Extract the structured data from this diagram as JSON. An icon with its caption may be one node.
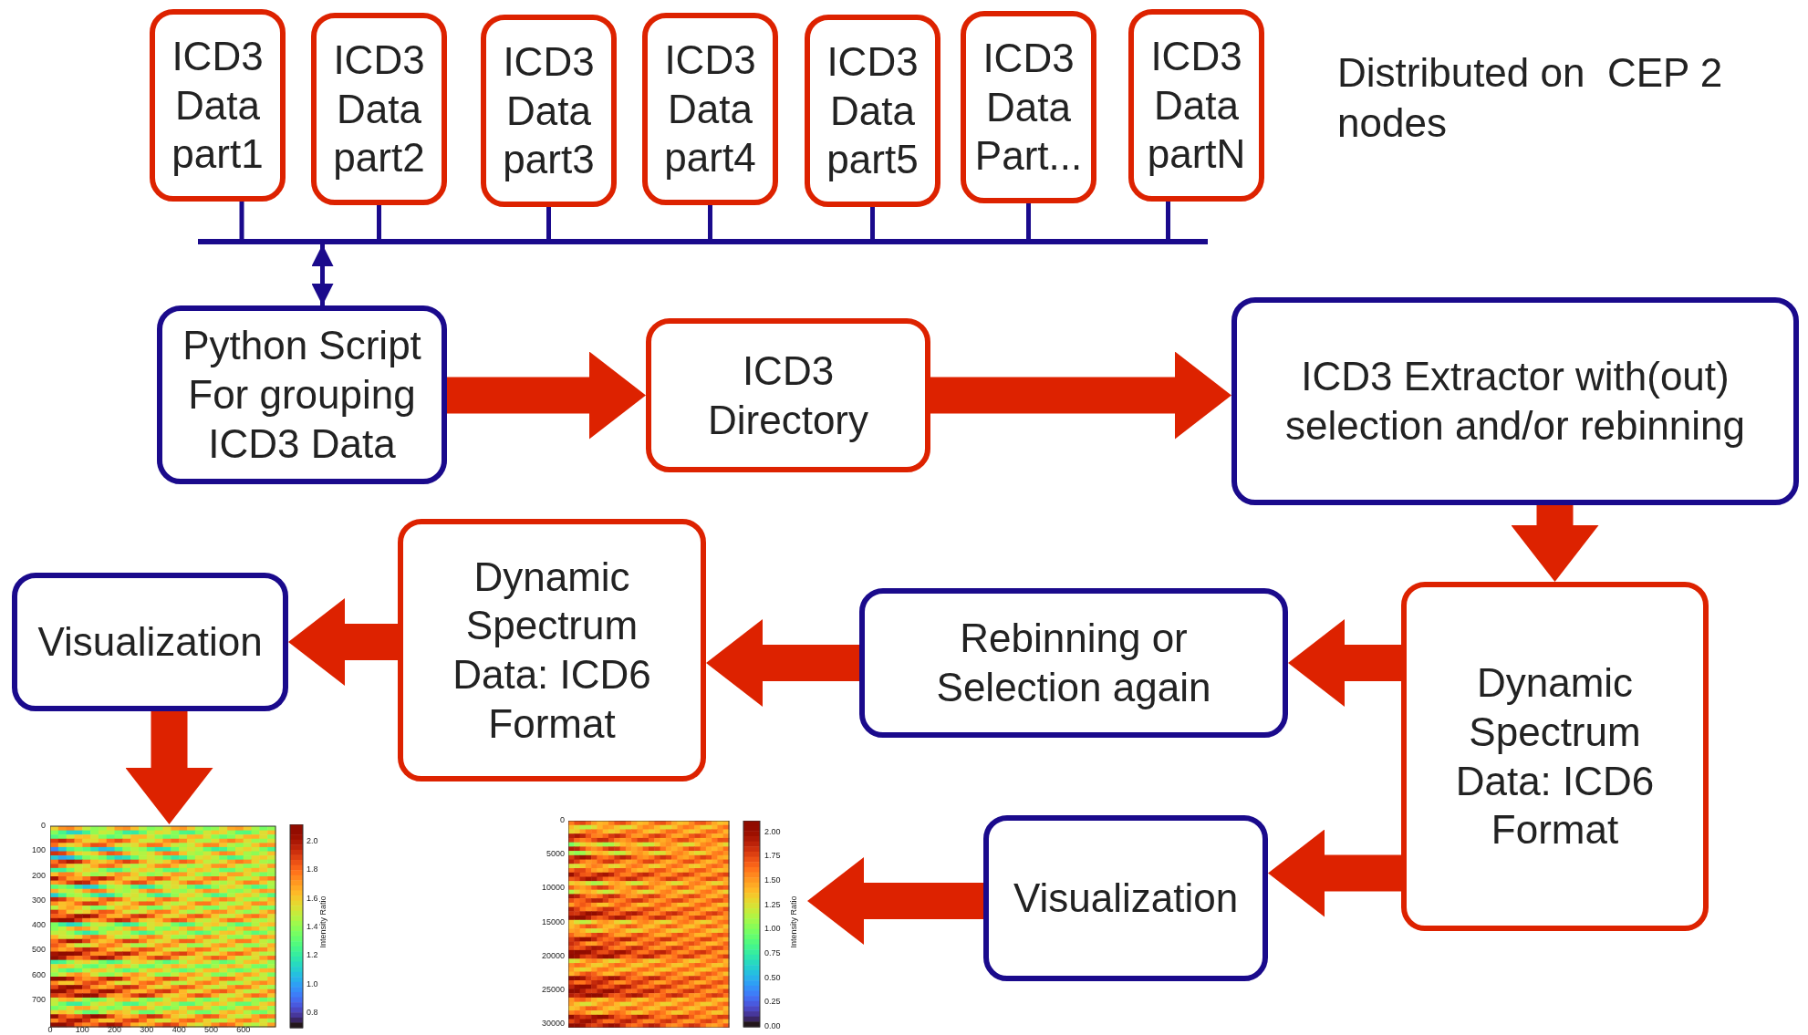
{
  "diagram": {
    "nodes": [
      {
        "text": [
          "ICD3 Data part1"
        ]
      },
      {
        "text": [
          "ICD3 Data part2"
        ]
      },
      {
        "text": [
          "ICD3 Data part3"
        ]
      },
      {
        "text": [
          "ICD3 Data part4"
        ]
      },
      {
        "text": [
          "ICD3 Data part5"
        ]
      },
      {
        "text": [
          "ICD3 Data Part..."
        ]
      },
      {
        "text": [
          "ICD3 Data partN"
        ]
      },
      {
        "text": [],
        "shape": "bar"
      },
      {
        "text": [
          "Python Script For grouping ICD3 Data"
        ]
      },
      {
        "text": [
          "ICD3 Directory"
        ]
      },
      {
        "text": [
          "ICD3 Extractor with(out) selection and/or rebinning"
        ]
      },
      {
        "text": [
          "Dynamic Spectrum Data: ICD6 Format"
        ]
      },
      {
        "text": [
          "Rebinning or Selection again"
        ]
      },
      {
        "text": [
          "Dynamic Spectrum Data: ICD6 Format"
        ]
      },
      {
        "text": [
          "Visualization"
        ]
      },
      {
        "text": [],
        "shape": "picture"
      },
      {
        "text": [
          "Visualization"
        ]
      },
      {
        "text": [],
        "shape": "picture"
      }
    ],
    "edges": [
      {
        "from": 0,
        "to": 7,
        "arrow": "none",
        "color": "#1a0a8c"
      },
      {
        "from": 1,
        "to": 7,
        "arrow": "none",
        "color": "#1a0a8c"
      },
      {
        "from": 2,
        "to": 7,
        "arrow": "none",
        "color": "#1a0a8c"
      },
      {
        "from": 3,
        "to": 7,
        "arrow": "none",
        "color": "#1a0a8c"
      },
      {
        "from": 4,
        "to": 7,
        "arrow": "none",
        "color": "#1a0a8c"
      },
      {
        "from": 5,
        "to": 7,
        "arrow": "none",
        "color": "#1a0a8c"
      },
      {
        "from": 6,
        "to": 7,
        "arrow": "none",
        "color": "#1a0a8c"
      },
      {
        "from": 7,
        "to": 8,
        "arrow": "both",
        "color": "#1a0a8c"
      },
      {
        "from": 8,
        "to": 9,
        "arrow": "to"
      },
      {
        "from": 9,
        "to": 10,
        "arrow": "to"
      },
      {
        "from": 10,
        "to": 11,
        "arrow": "to"
      },
      {
        "from": 11,
        "to": 12,
        "arrow": "to"
      },
      {
        "from": 12,
        "to": 13,
        "arrow": "to"
      },
      {
        "from": 13,
        "to": 14,
        "arrow": "to"
      },
      {
        "from": 14,
        "to": 15,
        "arrow": "to"
      },
      {
        "from": 11,
        "to": 16,
        "arrow": "to"
      },
      {
        "from": 16,
        "to": 17,
        "arrow": "to"
      }
    ],
    "labels": [
      "Distributed on  CEP 2 nodes",
      "0",
      "100",
      "200",
      "300",
      "400",
      "500",
      "600",
      "700",
      "0",
      "100",
      "200",
      "300",
      "400",
      "500",
      "600",
      "2.0",
      "1.8",
      "1.6",
      "1.4",
      "1.2",
      "1.0",
      "0.8",
      "Intensity Ratio",
      "0",
      "5000",
      "10000",
      "15000",
      "20000",
      "25000",
      "30000",
      "2.00",
      "1.75",
      "1.50",
      "1.25",
      "1.00",
      "0.75",
      "0.50",
      "0.25",
      "0.00",
      "Intensity Ratio"
    ]
  }
}
